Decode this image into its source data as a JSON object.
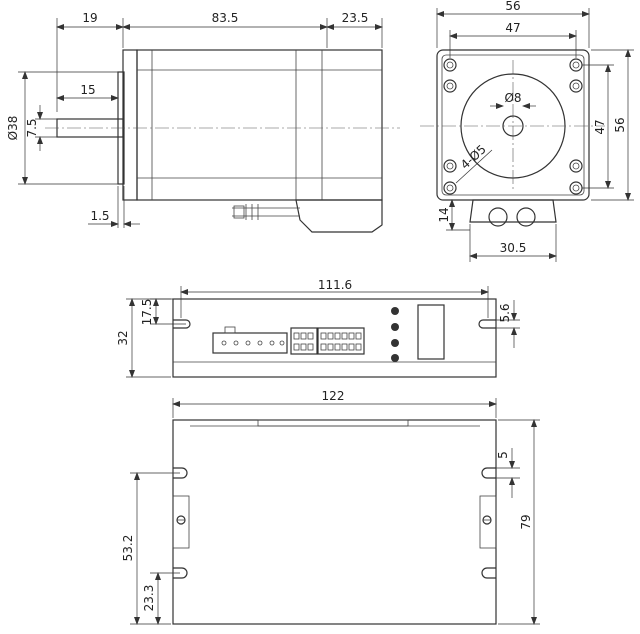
{
  "motor_side": {
    "dim_shaft_length": "19",
    "dim_body_length": "83.5",
    "dim_rear_length": "23.5",
    "dim_flat_length": "15",
    "dim_pilot_diameter": "Ø38",
    "dim_flat_depth": "7.5",
    "dim_flange_thickness": "1.5"
  },
  "motor_front": {
    "dim_width": "56",
    "dim_hole_spacing_h": "47",
    "dim_shaft_diameter": "Ø8",
    "dim_holes": "4-Ø5",
    "dim_hole_spacing_v": "47",
    "dim_height": "56",
    "dim_connector_height": "14",
    "dim_connector_width": "30.5"
  },
  "driver_side": {
    "dim_length": "111.6",
    "dim_slot_offset": "17.5",
    "dim_height": "32",
    "dim_slot_width": "5.6"
  },
  "driver_top": {
    "dim_length": "122",
    "dim_slot": "5",
    "dim_width": "79",
    "dim_hole_spacing": "53.2",
    "dim_hole_offset": "23.3"
  }
}
